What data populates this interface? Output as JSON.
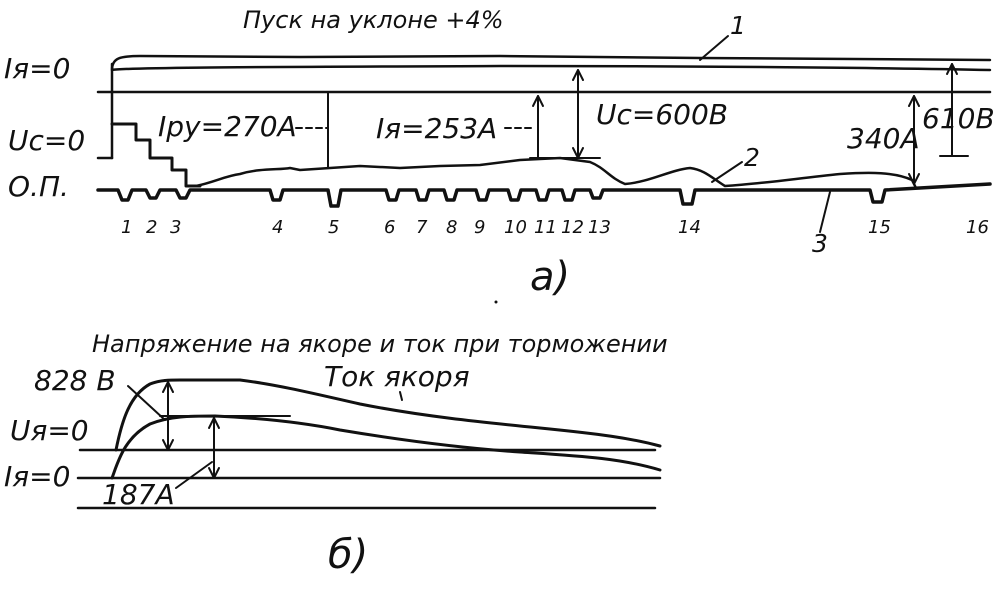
{
  "panel_a": {
    "title": "Пуск на уклоне +4%",
    "curve_labels": {
      "c1": "1",
      "c2": "2",
      "c3": "3"
    },
    "levels": {
      "ia_zero": "Iя=0",
      "uc_zero": "Uc=0",
      "op": "О.П."
    },
    "values": {
      "i_ru": "Iру=270А",
      "i_a": "Iя=253А",
      "u_c": "Uc=600В",
      "i_340": "340А",
      "u_610": "610В"
    },
    "ticks": [
      "1",
      "2",
      "3",
      "4",
      "5",
      "6",
      "7",
      "8",
      "9",
      "10",
      "11",
      "12",
      "13",
      "14",
      "15",
      "16"
    ],
    "caption": "а)"
  },
  "panel_b": {
    "title": "Напряжение на якоре и ток при торможении",
    "voltage_label": "828 В",
    "current_label": "Ток якоря",
    "levels": {
      "ua_zero": "Uя=0",
      "ia_zero": "Iя=0"
    },
    "current_value": "187А",
    "caption": "б)"
  }
}
